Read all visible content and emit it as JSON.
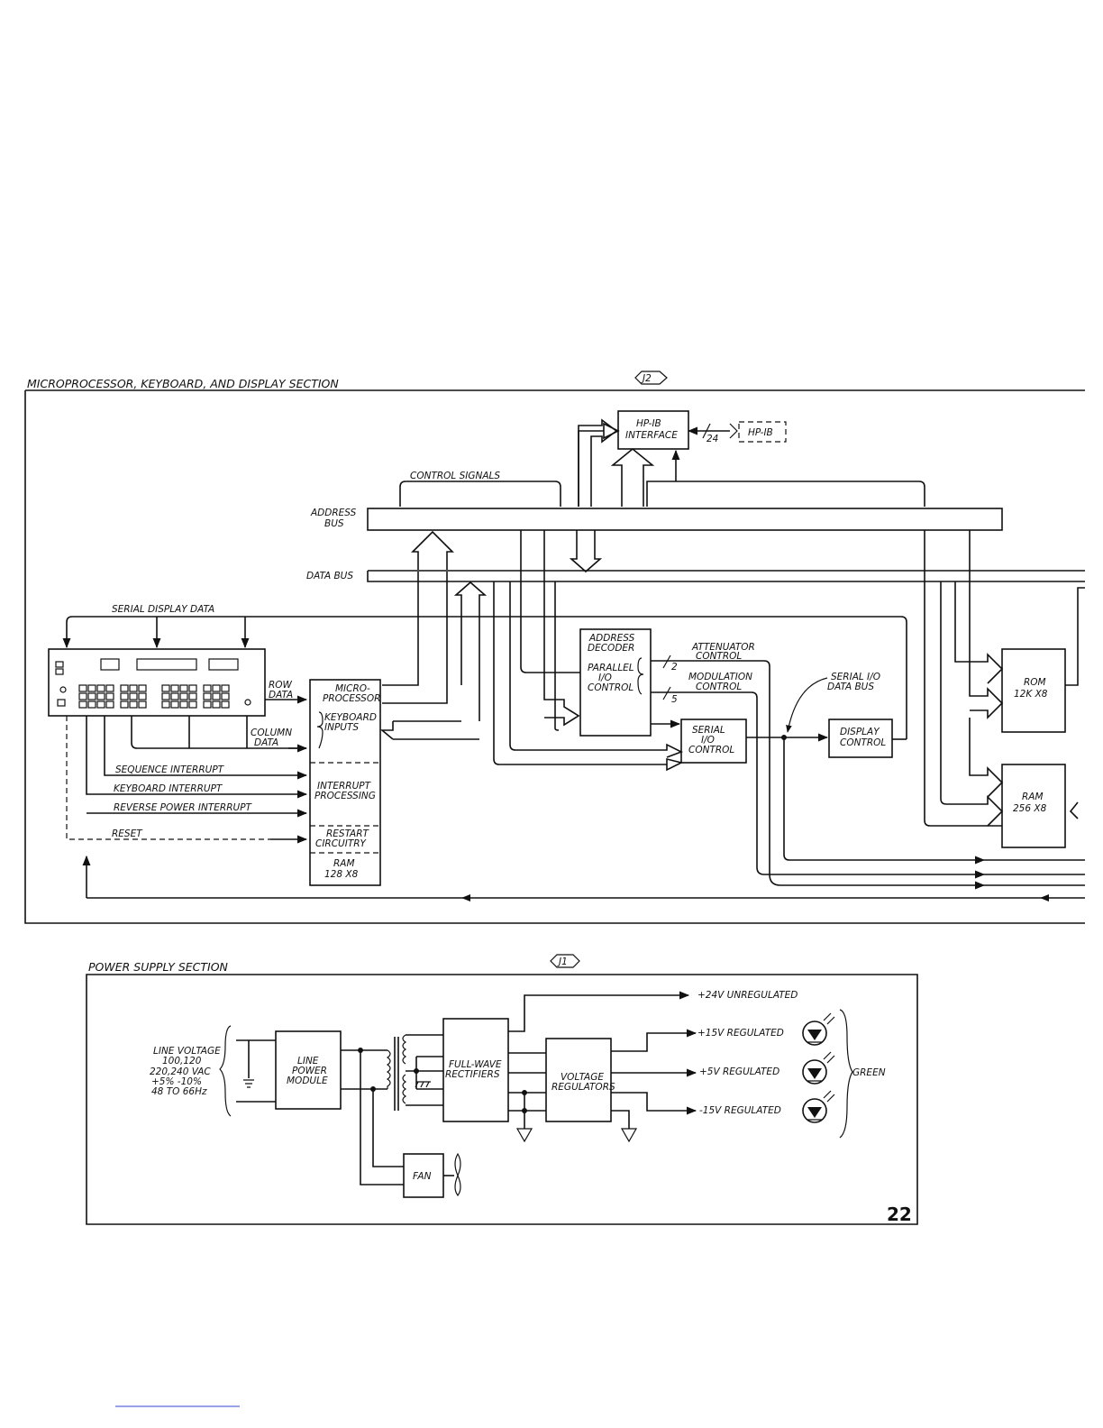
{
  "sections": {
    "micro_title": "MICROPROCESSOR, KEYBOARD, AND DISPLAY SECTION",
    "micro_ref": "J2",
    "power_title": "POWER SUPPLY SECTION",
    "power_ref": "J1"
  },
  "page_number": "22",
  "micro": {
    "hpib_interface": [
      "HP-IB",
      "INTERFACE"
    ],
    "hpib_connector": "HP-IB",
    "hpib_lines": "24",
    "control_signals": "CONTROL SIGNALS",
    "address_bus": [
      "ADDRESS",
      "BUS"
    ],
    "data_bus": "DATA BUS",
    "serial_display_data": "SERIAL DISPLAY DATA",
    "row_data": [
      "ROW",
      "DATA"
    ],
    "column_data": [
      "COLUMN",
      "DATA"
    ],
    "sequence_interrupt": "SEQUENCE INTERRUPT",
    "keyboard_interrupt": "KEYBOARD INTERRUPT",
    "reverse_power_interrupt": "REVERSE POWER INTERRUPT",
    "reset": "RESET",
    "cpu_micro": [
      "MICRO-",
      "PROCESSOR"
    ],
    "cpu_keyboard": [
      "KEYBOARD",
      "INPUTS"
    ],
    "cpu_interrupt": [
      "INTERRUPT",
      "PROCESSING"
    ],
    "cpu_restart": [
      "RESTART",
      "CIRCUITRY"
    ],
    "cpu_ram": [
      "RAM",
      "128 X8"
    ],
    "address_decoder": [
      "ADDRESS",
      "DECODER"
    ],
    "parallel_io": [
      "PARALLEL",
      "I/O",
      "CONTROL"
    ],
    "attenuator_control": [
      "ATTENUATOR",
      "CONTROL"
    ],
    "attenuator_lines": "2",
    "modulation_control": [
      "MODULATION",
      "CONTROL"
    ],
    "modulation_lines": "5",
    "serial_io_control": [
      "SERIAL",
      "I/O",
      "CONTROL"
    ],
    "serial_io_bus": [
      "SERIAL I/O",
      "DATA BUS"
    ],
    "display_control": [
      "DISPLAY",
      "CONTROL"
    ],
    "rom": [
      "ROM",
      "12K X8"
    ],
    "ram": [
      "RAM",
      "256 X8"
    ]
  },
  "power": {
    "line_voltage": [
      "LINE VOLTAGE",
      "100,120",
      "220,240 VAC",
      "+5% -10%",
      "48 TO 66Hz"
    ],
    "line_power_module": [
      "LINE",
      "POWER",
      "MODULE"
    ],
    "rectifiers": [
      "FULL-WAVE",
      "RECTIFIERS"
    ],
    "regulators": [
      "VOLTAGE",
      "REGULATORS"
    ],
    "fan": "FAN",
    "out_24": "+24V UNREGULATED",
    "out_15": "+15V REGULATED",
    "out_5": "+5V REGULATED",
    "out_m15": "-15V REGULATED",
    "led_color": "GREEN"
  }
}
